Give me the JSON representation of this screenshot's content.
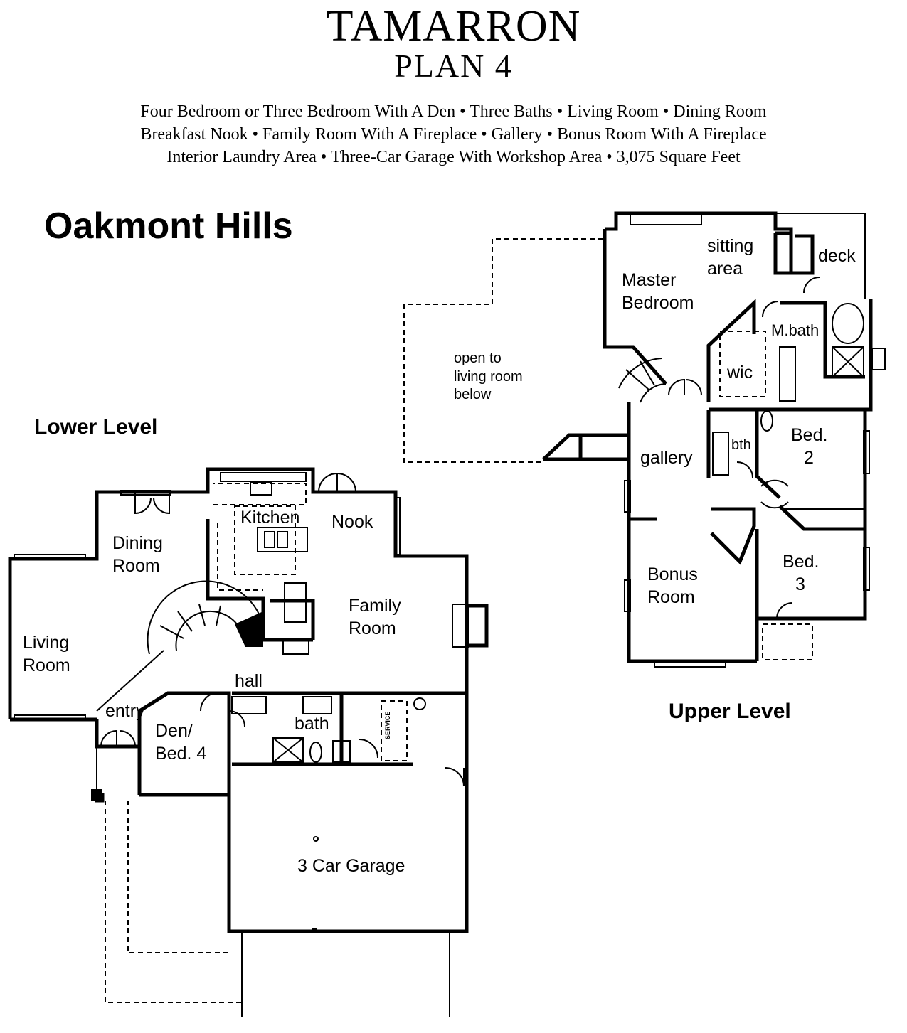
{
  "header": {
    "title": "TAMARRON",
    "plan": "PLAN 4",
    "features": [
      "Four Bedroom or Three Bedroom With A Den • Three Baths • Living Room • Dining Room",
      "Breakfast Nook • Family Room With A Fireplace • Gallery • Bonus Room With A Fireplace",
      "Interior Laundry Area • Three-Car Garage With Workshop Area • 3,075 Square Feet"
    ]
  },
  "community": "Oakmont Hills",
  "lower_level": {
    "label": "Lower Level",
    "rooms": {
      "kitchen": "Kitchen",
      "nook": "Nook",
      "dining_1": "Dining",
      "dining_2": "Room",
      "family_1": "Family",
      "family_2": "Room",
      "living_1": "Living",
      "living_2": "Room",
      "hall": "hall",
      "entry": "entry",
      "den_1": "Den/",
      "den_2": "Bed. 4",
      "bath": "bath",
      "garage": "3 Car Garage",
      "service": "SERVICE"
    }
  },
  "upper_level": {
    "label": "Upper Level",
    "rooms": {
      "sitting_1": "sitting",
      "sitting_2": "area",
      "deck": "deck",
      "master_1": "Master",
      "master_2": "Bedroom",
      "mbath": "M.bath",
      "wic": "wic",
      "open_1": "open to",
      "open_2": "living room",
      "open_3": "below",
      "gallery": "gallery",
      "bth": "bth",
      "bed2_1": "Bed.",
      "bed2_2": "2",
      "bonus_1": "Bonus",
      "bonus_2": "Room",
      "bed3_1": "Bed.",
      "bed3_2": "3"
    }
  }
}
